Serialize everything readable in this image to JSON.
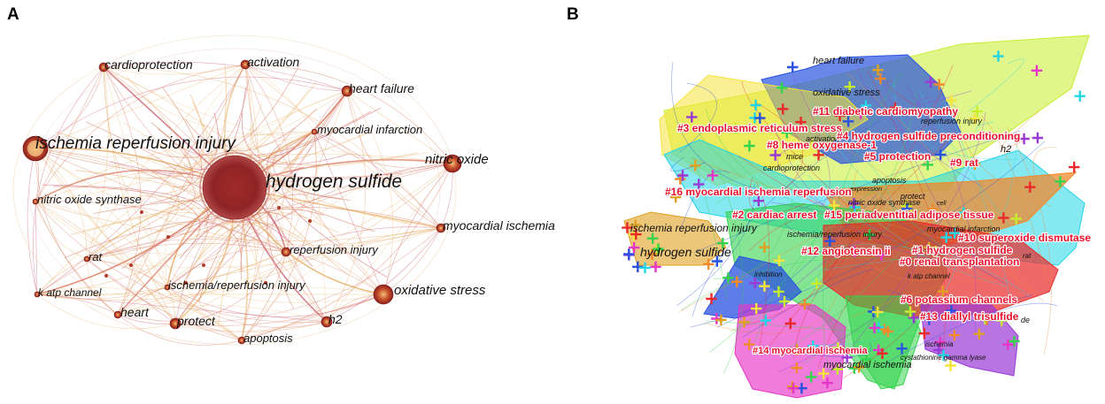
{
  "panels": {
    "a": {
      "letter": "A",
      "center": "hydrogen sulfide",
      "nodes": [
        {
          "id": "hs",
          "label": "hydrogen sulfide"
        },
        {
          "id": "irinj",
          "label": "ischemia reperfusion injury"
        },
        {
          "id": "no",
          "label": "nitric oxide"
        },
        {
          "id": "os",
          "label": "oxidative stress"
        },
        {
          "id": "cardio",
          "label": "cardioprotection"
        },
        {
          "id": "act",
          "label": "activation"
        },
        {
          "id": "hf",
          "label": "heart failure"
        },
        {
          "id": "mi",
          "label": "myocardial infarction"
        },
        {
          "id": "nos",
          "label": "nitric oxide synthase"
        },
        {
          "id": "mis",
          "label": "myocardial ischemia"
        },
        {
          "id": "rinj",
          "label": "reperfusion injury"
        },
        {
          "id": "rat",
          "label": "rat"
        },
        {
          "id": "katp",
          "label": "k atp channel"
        },
        {
          "id": "irslash",
          "label": "ischemia/reperfusion injury"
        },
        {
          "id": "heart",
          "label": "heart"
        },
        {
          "id": "protect",
          "label": "protect"
        },
        {
          "id": "h2",
          "label": "h2"
        },
        {
          "id": "apop",
          "label": "apoptosis"
        }
      ]
    },
    "b": {
      "letter": "B",
      "keywords": [
        "heart failure",
        "oxidative stress",
        "reperfusion injury",
        "activation",
        "mice",
        "cardioprotection",
        "apoptosis",
        "h2",
        "expression",
        "protect",
        "cell",
        "nitric oxide synthase",
        "ischemia reperfusion injury",
        "ischemia/reperfusion injury",
        "myocardial infarction",
        "hydrogen sulfide",
        "inhibition",
        "k atp channel",
        "rat",
        "ischemia",
        "cystathionine gamma lyase",
        "myocardial ischemia",
        "de"
      ],
      "clusters": [
        "#11 diabetic cardiomyopathy",
        "#3 endoplasmic reticulum stress",
        "#4 hydrogen sulfide preconditioning",
        "#8 heme oxygenase-1",
        "#5 protection",
        "#9 rat",
        "#16 myocardial ischemia reperfusion",
        "#2 cardiac arrest",
        "#15 periadventitial adipose tissue",
        "#10 superoxide dismutase",
        "#12 angiotensin ii",
        "#1 hydrogen sulfide",
        "#0 renal transplantation",
        "#6 potassium channels",
        "#13 diallyl trisulfide",
        "#14 myocardial ischemia"
      ],
      "colors": {
        "lime": "#c6ee2c",
        "blue": "#2a52e0",
        "yellow": "#f5e43a",
        "cyan": "#22d6e6",
        "green": "#34d34c",
        "orange": "#f08a2c",
        "red": "#ea2a2a",
        "purple": "#9a3ad6",
        "magenta": "#e636c8",
        "mustard": "#e0a020",
        "label": "#e8102a"
      }
    }
  }
}
